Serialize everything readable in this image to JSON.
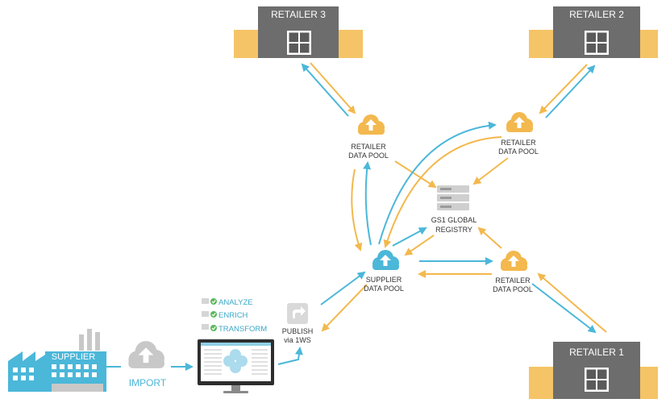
{
  "colors": {
    "blue": "#4bb7d9",
    "orange": "#f3b84e",
    "gray": "#666666",
    "light_gray": "#c8c8c8",
    "check_green": "#5cb85c"
  },
  "retailers": {
    "r3": "RETAILER 3",
    "r2": "RETAILER 2",
    "r1": "RETAILER 1"
  },
  "pools": {
    "retailer_line1": "RETAILER",
    "retailer_line2": "DATA POOL",
    "supplier_line1": "SUPPLIER",
    "supplier_line2": "DATA POOL"
  },
  "registry": {
    "line1": "GS1 GLOBAL",
    "line2": "REGISTRY"
  },
  "supplier": "SUPPLIER",
  "import": "IMPORT",
  "steps": [
    "ANALYZE",
    "ENRICH",
    "TRANSFORM"
  ],
  "publish": {
    "line1": "PUBLISH",
    "line2": "via 1WS"
  },
  "icons": [
    "cloud-upload-icon",
    "server-stack-icon",
    "share-arrow-icon",
    "check-icon",
    "window-icon",
    "factory-icon"
  ]
}
